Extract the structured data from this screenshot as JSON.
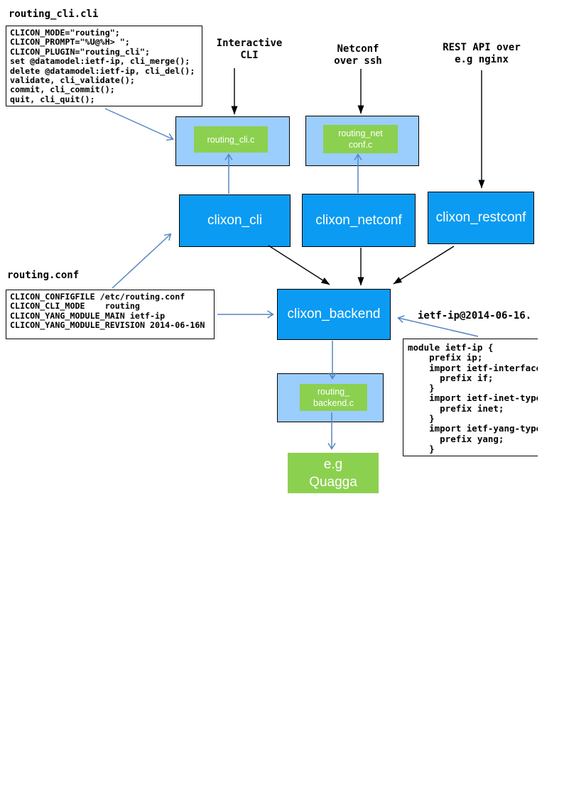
{
  "colors": {
    "node_blue": "#0b9bf2",
    "node_light_blue": "#9bcdfd",
    "node_green": "#8cd050",
    "arrow_blue": "#5585c2",
    "arrow_black": "#000000"
  },
  "files": {
    "routing_cli_cli": {
      "title": "routing_cli.cli",
      "code": "CLICON_MODE=\"routing\";\nCLICON_PROMPT=\"%U@%H> \";\nCLICON_PLUGIN=\"routing_cli\";\nset @datamodel:ietf-ip, cli_merge();\ndelete @datamodel:ietf-ip, cli_del();\nvalidate, cli_validate();\ncommit, cli_commit();\nquit, cli_quit();"
    },
    "routing_conf": {
      "title": "routing.conf",
      "code": "CLICON_CONFIGFILE /etc/routing.conf\nCLICON_CLI_MODE    routing\nCLICON_YANG_MODULE_MAIN ietf-ip\nCLICON_YANG_MODULE_REVISION 2014-06-16N"
    },
    "yang_module": {
      "label": "ietf-ip@2014-06-16.",
      "code": "module ietf-ip {\n    prefix ip;\n    import ietf-interface\n      prefix if;\n    }\n    import ietf-inet-type\n      prefix inet;\n    }\n    import ietf-yang-type\n      prefix yang;\n    }"
    }
  },
  "annotations": {
    "interactive_cli": "Interactive\nCLI",
    "netconf_over_ssh": "Netconf\nover ssh",
    "rest_api": "REST API over\ne.g nginx"
  },
  "nodes": {
    "routing_cli_c": "routing_cli.c",
    "routing_netconf_c": "routing_net\nconf.c",
    "clixon_cli": "clixon_cli",
    "clixon_netconf": "clixon_netconf",
    "clixon_restconf": "clixon_restconf",
    "clixon_backend": "clixon_backend",
    "routing_backend_c": "routing_\nbackend.c",
    "quagga": "e.g\nQuagga"
  }
}
